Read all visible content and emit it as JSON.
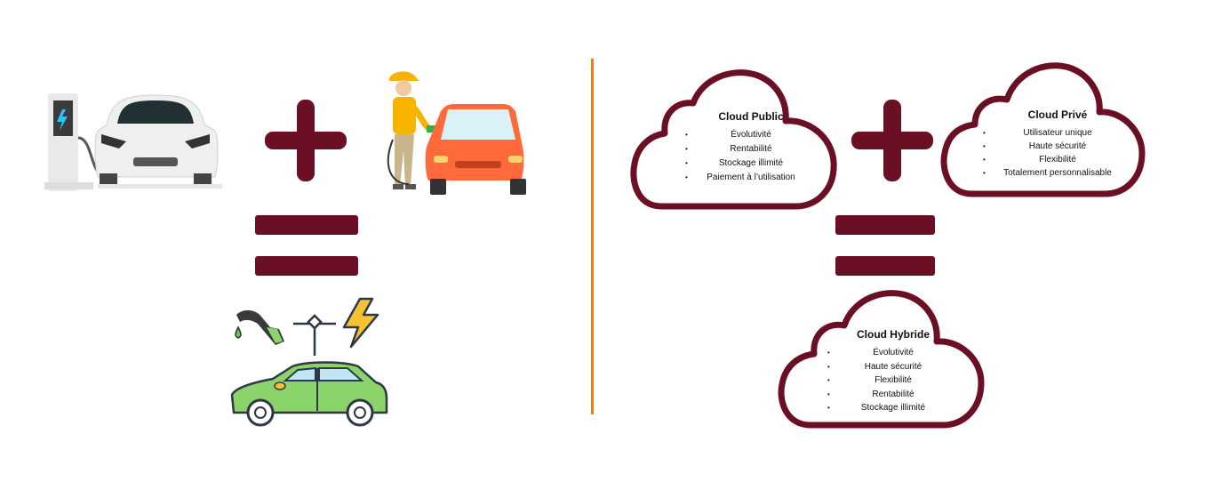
{
  "clouds": {
    "public": {
      "title": "Cloud Public",
      "items": [
        "Évolutivité",
        "Rentabilité",
        "Stockage illimité",
        "Paiement à l’utilisation"
      ]
    },
    "private": {
      "title": "Cloud Privé",
      "items": [
        "Utilisateur unique",
        "Haute sécurité",
        "Flexibilité",
        "Totalement personnalisable"
      ]
    },
    "hybrid": {
      "title": "Cloud Hybride",
      "items": [
        "Évolutivité",
        "Haute sécurité",
        "Flexibilité",
        "Rentabilité",
        "Stockage illimité"
      ]
    }
  },
  "colors": {
    "maroon": "#6b0f24",
    "divider": "#f07d1a",
    "electric_car": "#f2f2f2",
    "gas_car": "#ff6a3d",
    "hybrid_car": "#8bd46a"
  },
  "icons": {
    "left_top_1": "electric-car-charging-icon",
    "left_top_2": "gas-station-attendant-car-icon",
    "left_bottom": "hybrid-car-icon",
    "fuel": "fuel-nozzle-icon",
    "electric": "lightning-icon"
  }
}
